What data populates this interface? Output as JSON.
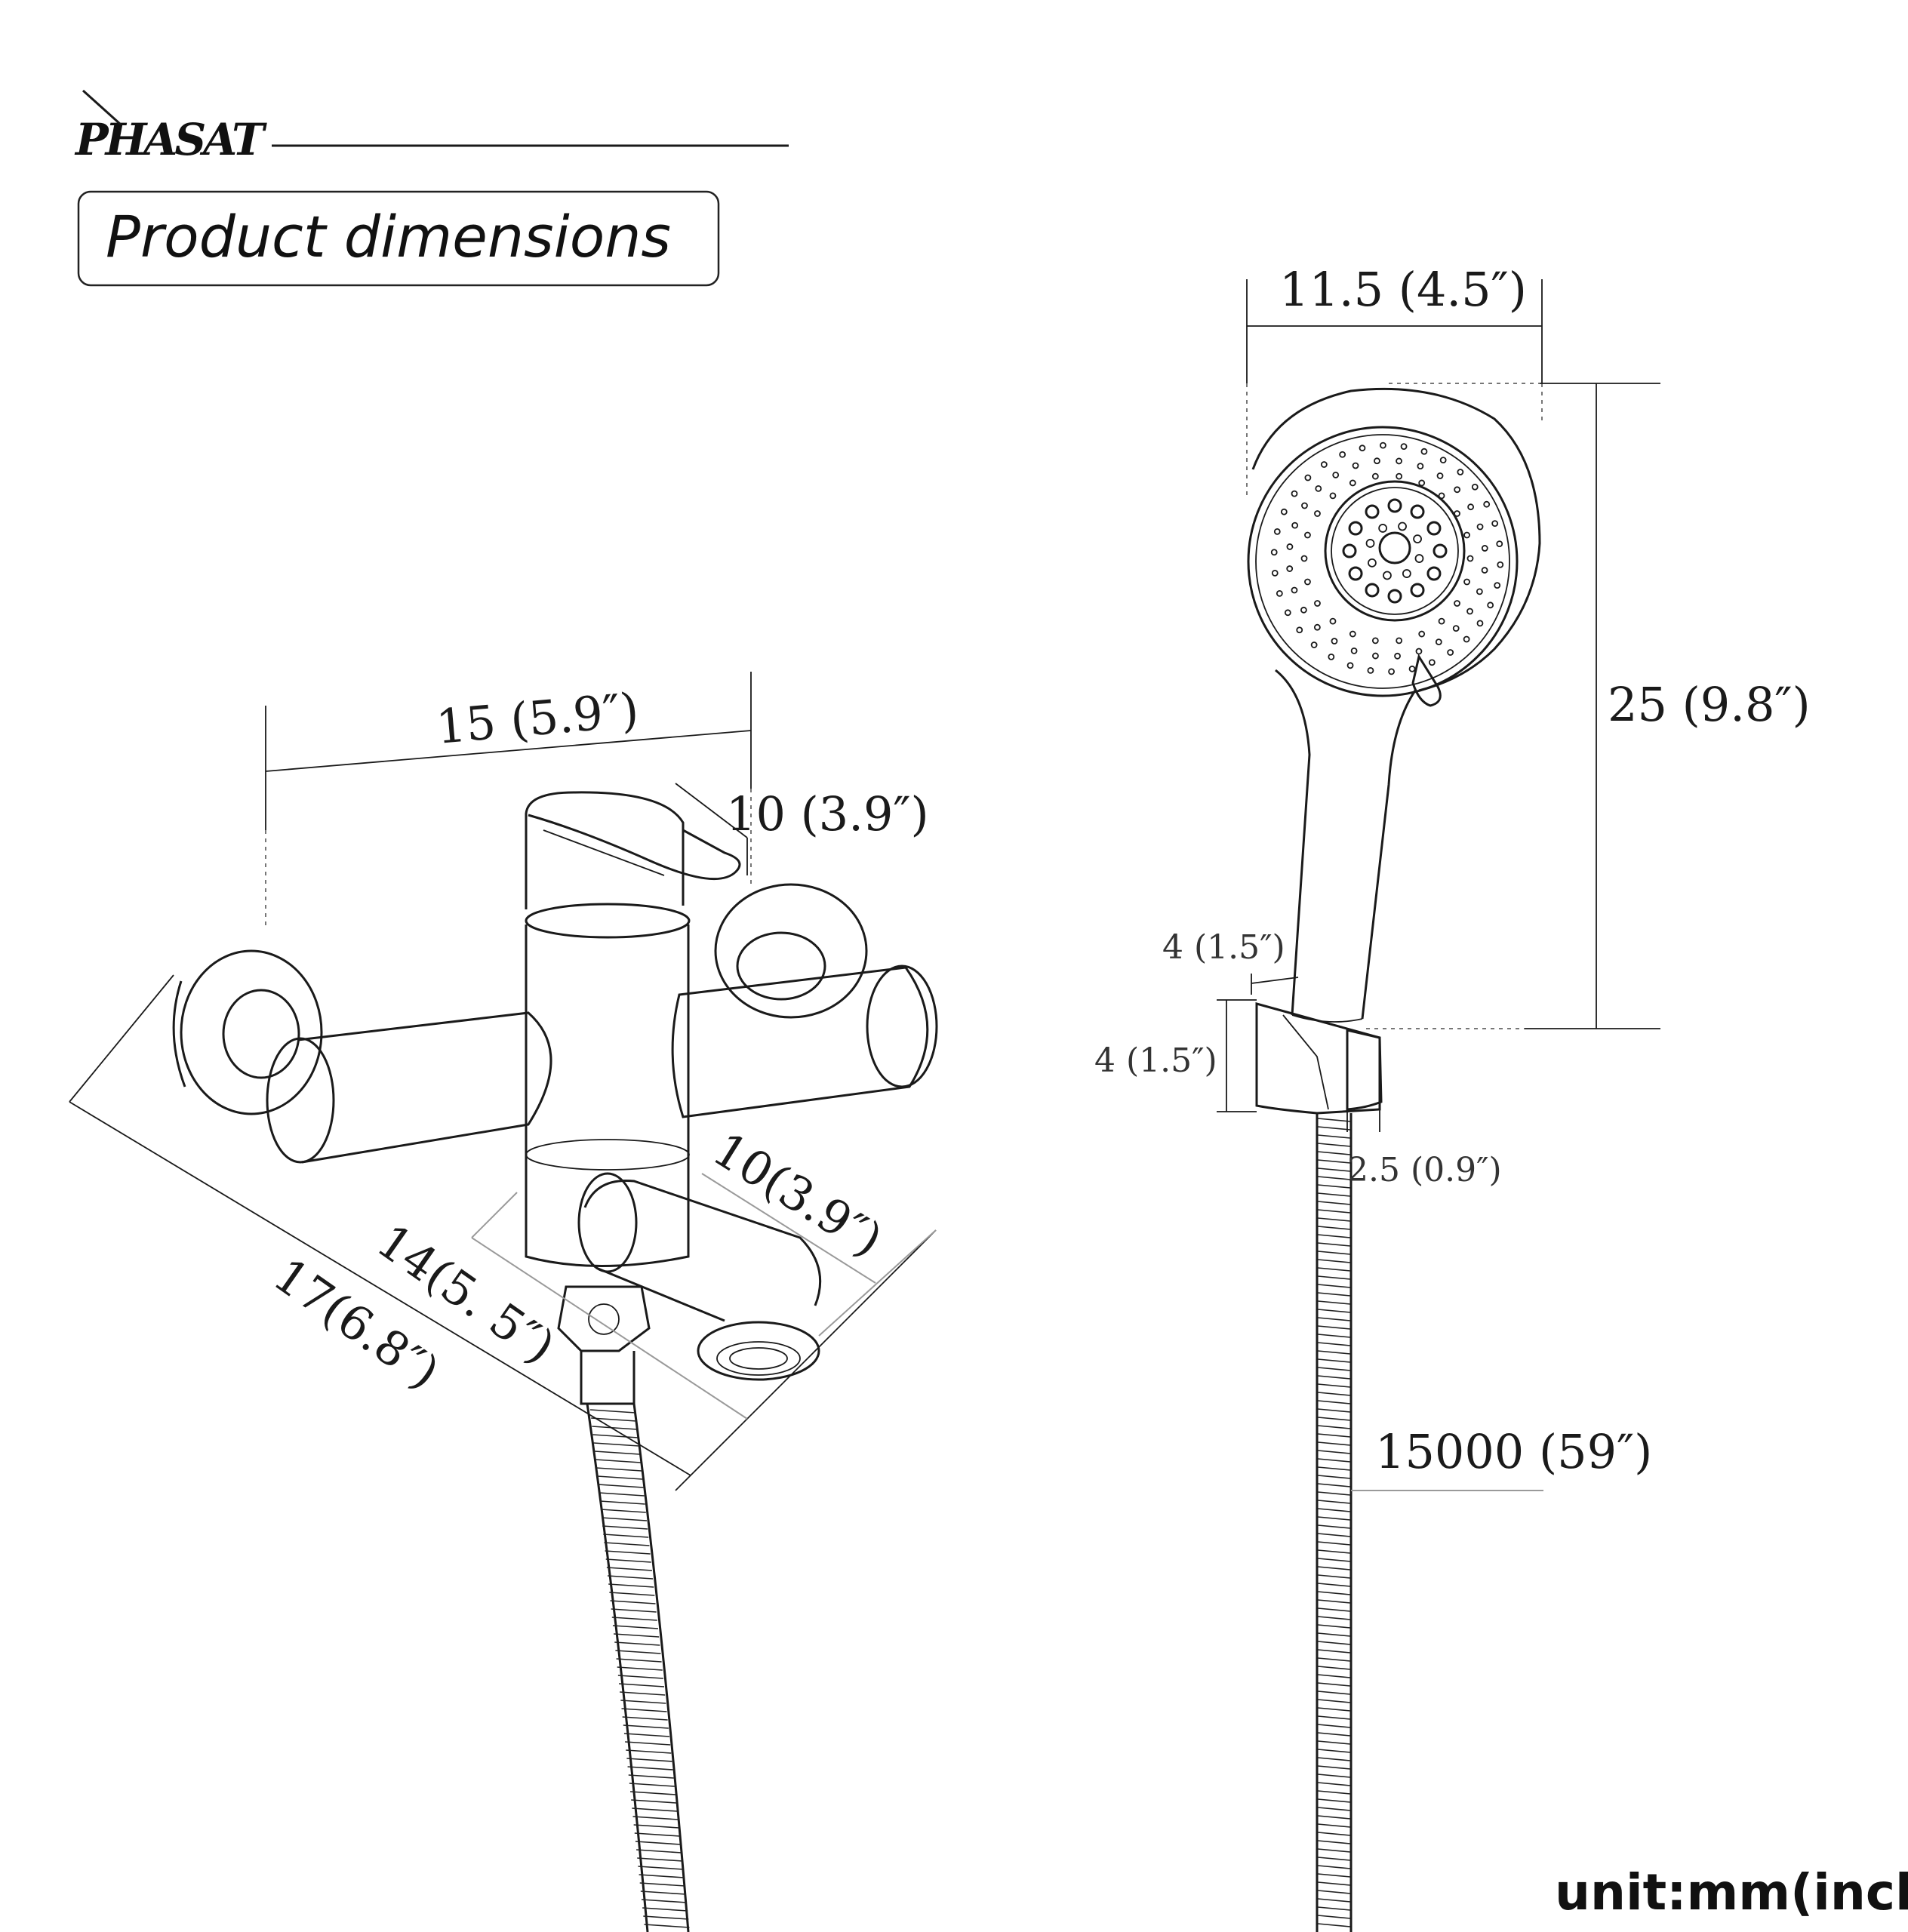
{
  "brand": {
    "name": "PHASAT"
  },
  "header": {
    "title": "Product dimensions"
  },
  "unit_note": "unit:mm(inch)",
  "faucet": {
    "dims": {
      "width": "15 (5.9″)",
      "handle": "10 (3.9″)",
      "spout": "10(3.9″)",
      "depth": "14(5. 5″)",
      "length": "17(6.8″)"
    }
  },
  "shower": {
    "dims": {
      "head_width": "11.5 (4.5″)",
      "height": "25 (9.8″)",
      "holder_top": "4 (1.5″)",
      "holder_side": "4 (1.5″)",
      "holder_depth": "2.5 (0.9″)",
      "hose": "15000 (59″)"
    }
  }
}
